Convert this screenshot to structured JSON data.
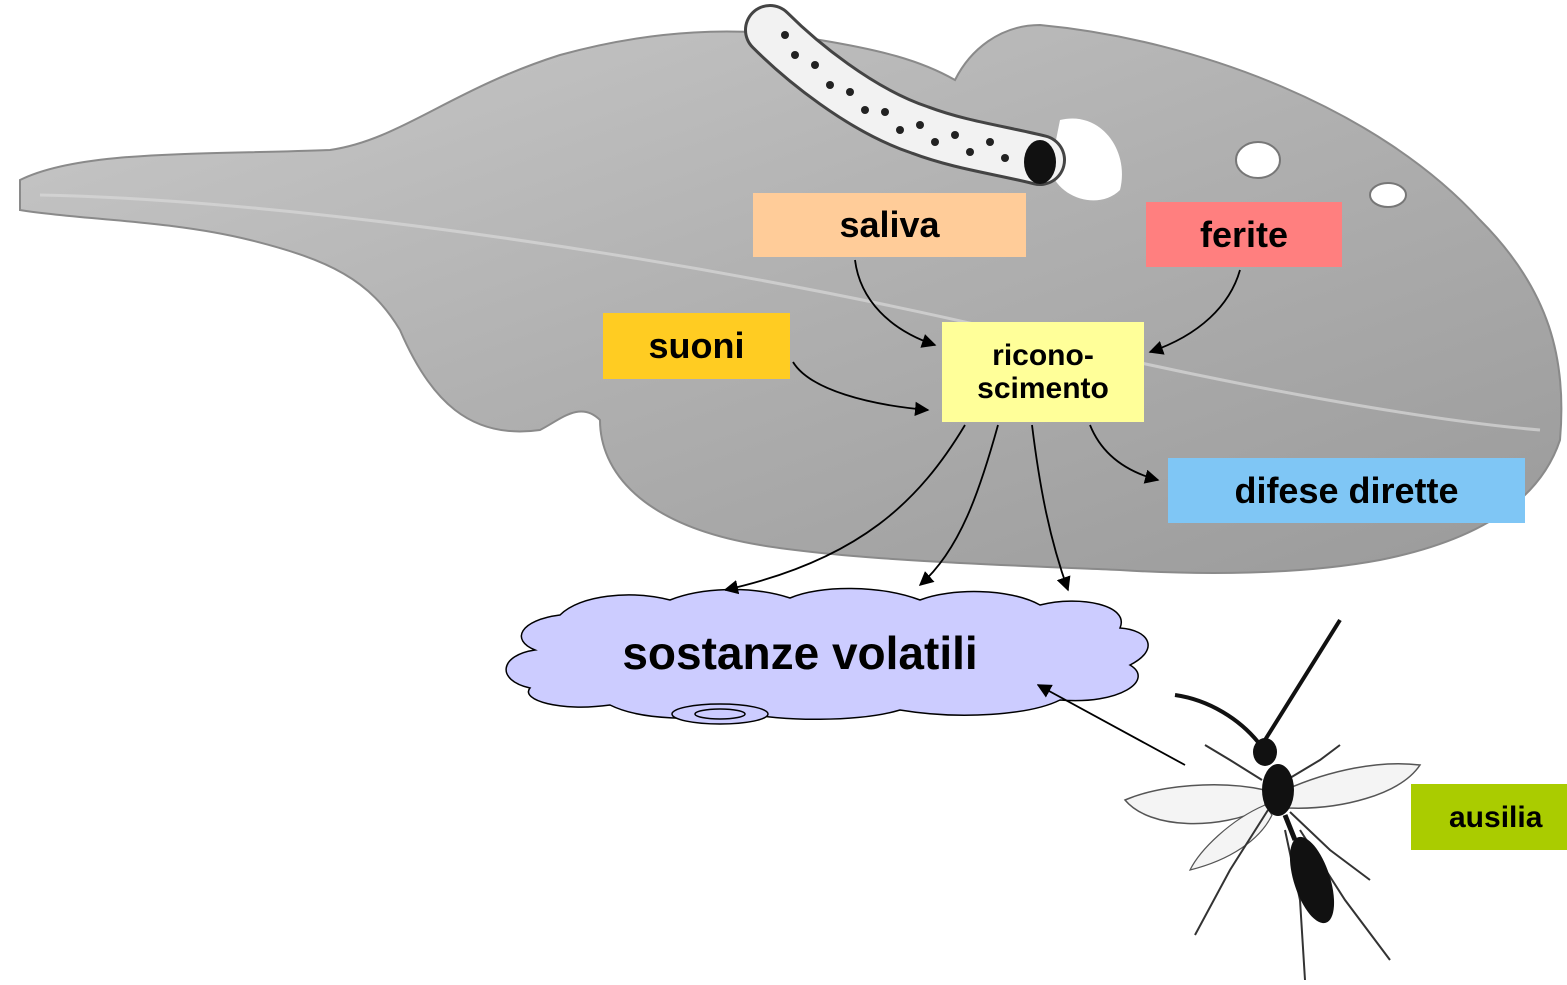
{
  "diagram": {
    "labels": {
      "saliva": "saliva",
      "ferite": "ferite",
      "suoni": "suoni",
      "riconoscimento": "ricono-\nscimento",
      "difese_dirette": "difese dirette",
      "sostanze_volatili": "sostanze volatili",
      "ausiliari": "ausilia"
    },
    "colors": {
      "saliva": "#ffcc99",
      "ferite": "#ff7f7f",
      "suoni": "#ffcc22",
      "riconoscimento": "#ffff99",
      "difese_dirette": "#7fc6f5",
      "sostanze_volatili": "#ccccff",
      "ausiliari": "#aacc00",
      "leaf": "#b3b3b3"
    },
    "icons": {
      "leaf": "leaf-illustration",
      "caterpillar": "caterpillar-illustration",
      "wasp": "parasitoid-wasp-illustration"
    }
  }
}
